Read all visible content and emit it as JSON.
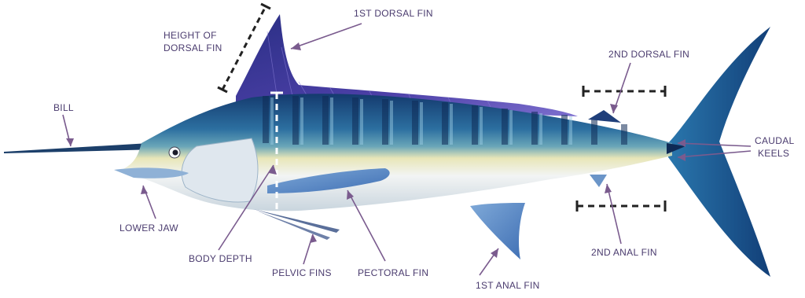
{
  "labels": {
    "height_of_dorsal_fin_1": "HEIGHT OF",
    "height_of_dorsal_fin_2": "DORSAL FIN",
    "first_dorsal_fin": "1ST DORSAL FIN",
    "bill": "BILL",
    "second_dorsal_fin": "2ND DORSAL FIN",
    "caudal_keels_1": "CAUDAL",
    "caudal_keels_2": "KEELS",
    "lower_jaw": "LOWER JAW",
    "body_depth": "BODY DEPTH",
    "pelvic_fins": "PELVIC FINS",
    "pectoral_fin": "PECTORAL FIN",
    "first_anal_fin": "1ST ANAL FIN",
    "second_anal_fin": "2ND ANAL FIN"
  },
  "colors": {
    "label_text": "#4a3b6e",
    "leader_line": "#7a5b8e",
    "measure_line": "#222222",
    "dorsal_fin": "#3a2f8f",
    "back": "#1f4f86",
    "belly": "#eef2f4",
    "stripe": "#0e2a55"
  }
}
